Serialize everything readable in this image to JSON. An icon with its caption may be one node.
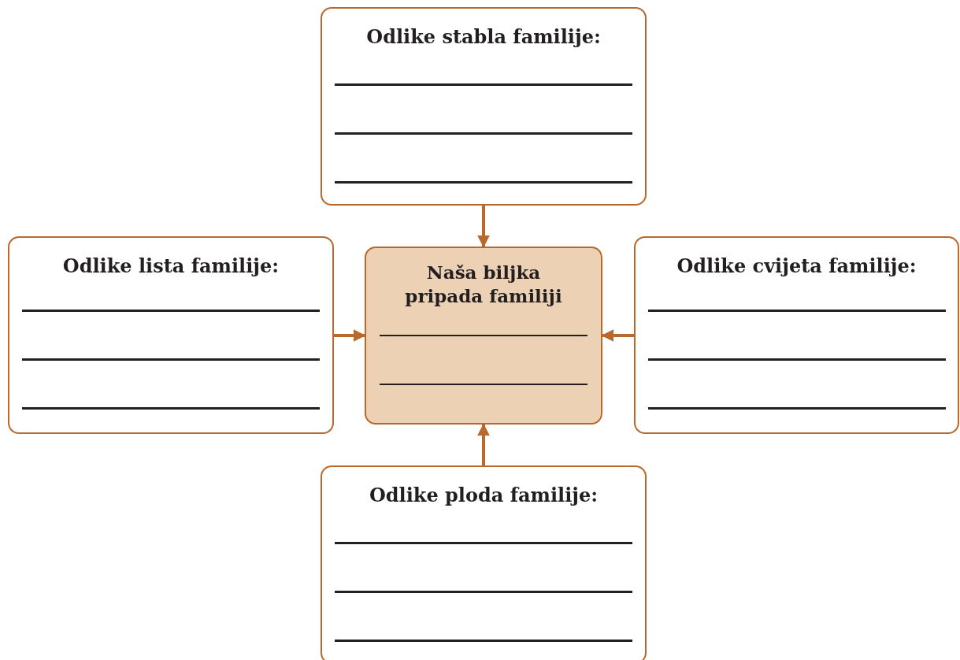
{
  "diagram": {
    "nodes": [
      {
        "text": [
          "Odlike stabla familije:"
        ]
      },
      {
        "text": [
          "Odlike lista familije:"
        ]
      },
      {
        "text": [
          "Naša biljka pripada familiji"
        ]
      },
      {
        "text": [
          "Odlike cvijeta familije:"
        ]
      },
      {
        "text": [
          "Odlike ploda familije:"
        ]
      }
    ],
    "edges": [
      {
        "from": 0,
        "to": 2,
        "arrow": "to"
      },
      {
        "from": 1,
        "to": 2,
        "arrow": "to"
      },
      {
        "from": 3,
        "to": 2,
        "arrow": "to"
      },
      {
        "from": 4,
        "to": 2,
        "arrow": "to"
      }
    ]
  }
}
